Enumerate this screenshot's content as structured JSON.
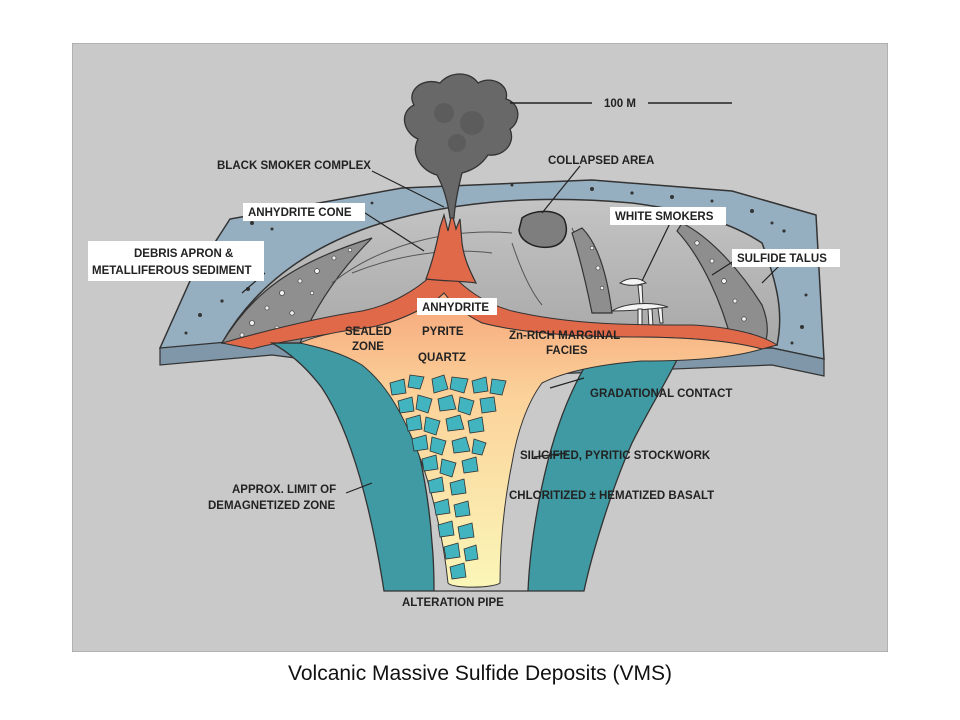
{
  "caption": "Volcanic Massive Sulfide Deposits (VMS)",
  "scale_label": "100 M",
  "labels": {
    "black_smoker_complex": "BLACK SMOKER COMPLEX",
    "collapsed_area": "COLLAPSED AREA",
    "anhydrite_cone": "ANHYDRITE CONE",
    "white_smokers": "WHITE SMOKERS",
    "debris_apron_1": "DEBRIS APRON &",
    "debris_apron_2": "METALLIFEROUS SEDIMENT",
    "sulfide_talus": "SULFIDE TALUS",
    "anhydrite": "ANHYDRITE",
    "sealed_zone_1": "SEALED",
    "sealed_zone_2": "ZONE",
    "pyrite": "PYRITE",
    "quartz": "QUARTZ",
    "zn_rich_1": "Zn-RICH MARGINAL",
    "zn_rich_2": "FACIES",
    "gradational_contact": "GRADATIONAL CONTACT",
    "stockwork": "SILICIFIED, PYRITIC STOCKWORK",
    "basalt": "CHLORITIZED ± HEMATIZED BASALT",
    "demag_1": "APPROX. LIMIT OF",
    "demag_2": "DEMAGNETIZED ZONE",
    "alteration_pipe": "ALTERATION PIPE"
  },
  "colors": {
    "panel": "#c9c9c9",
    "seafloor": "#96afc0",
    "mound": "#b3b3b3",
    "talus": "#8e8e8e",
    "anhydrite_red": "#e07050",
    "deposit_top": "#f7b98c",
    "deposit_bottom": "#fbf4b4",
    "alteration_teal": "#3f9aa3",
    "fragments": "#42b4c0"
  }
}
